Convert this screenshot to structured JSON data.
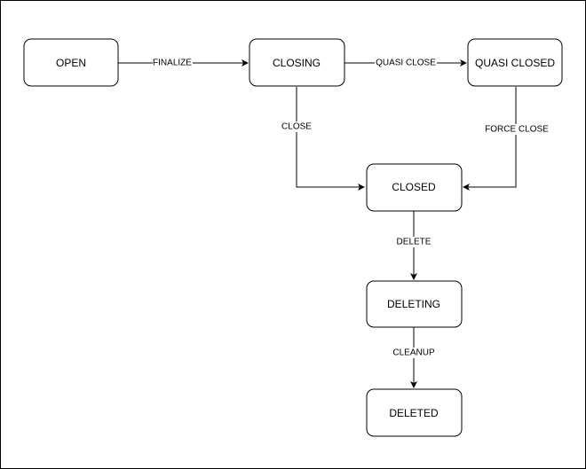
{
  "nodes": {
    "open": "OPEN",
    "closing": "CLOSING",
    "quasi_closed": "QUASI CLOSED",
    "closed": "CLOSED",
    "deleting": "DELETING",
    "deleted": "DELETED"
  },
  "edges": {
    "finalize": "FINALIZE",
    "quasi_close": "QUASI CLOSE",
    "close": "CLOSE",
    "force_close": "FORCE CLOSE",
    "delete": "DELETE",
    "cleanup": "CLEANUP"
  }
}
